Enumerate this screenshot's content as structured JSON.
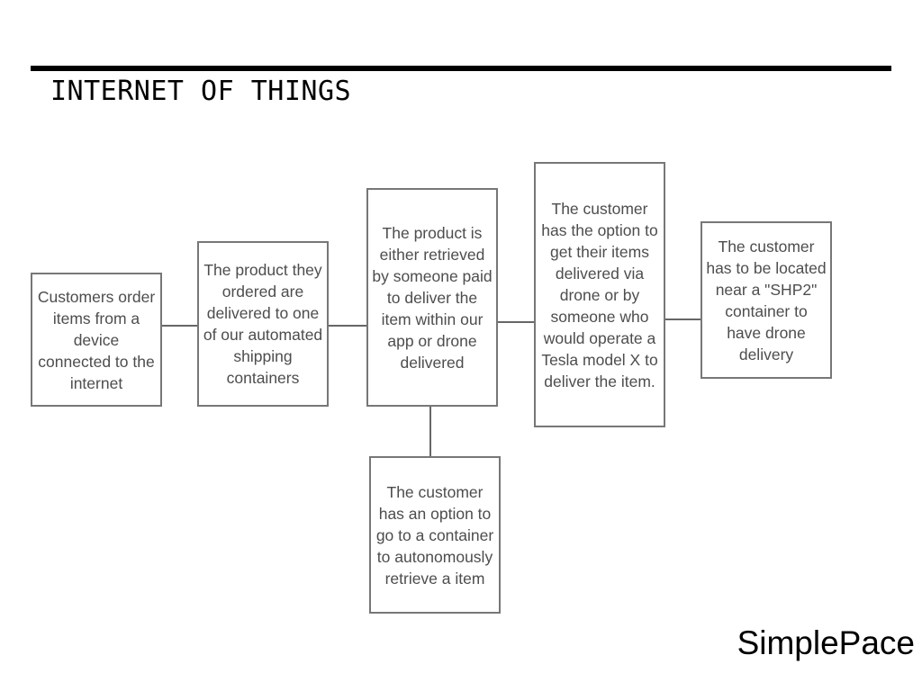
{
  "slide": {
    "title": "INTERNET OF THINGS",
    "brand": "SimplePace"
  },
  "flow": {
    "steps": [
      {
        "text": "Customers order items from a device connected to the internet"
      },
      {
        "text": "The product they ordered are delivered to one of our automated shipping containers"
      },
      {
        "text": "The product is either retrieved by someone paid to deliver the item within our app or drone delivered"
      },
      {
        "text": "The customer has the option to get their items delivered via drone or by someone who would operate a Tesla model X to deliver the item."
      },
      {
        "text": "The customer has to be located near a \"SHP2\" container to have drone delivery"
      }
    ],
    "branch": {
      "text": "The customer has an option to go to a container to autonomously retrieve a item"
    }
  }
}
